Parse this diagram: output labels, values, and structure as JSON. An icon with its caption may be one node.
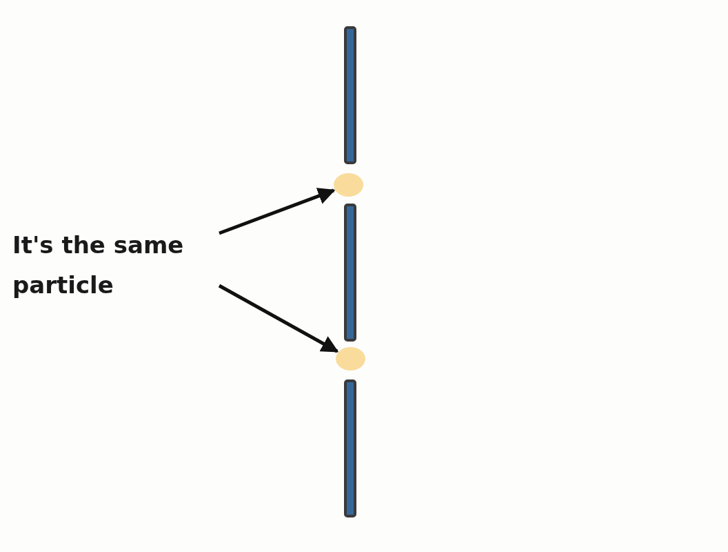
{
  "diagram": {
    "nodes": [
      {
        "text": [
          "It's the same particle"
        ]
      },
      {
        "text": [],
        "shape": "circle"
      },
      {
        "text": [],
        "shape": "circle"
      }
    ],
    "edges": [
      {
        "from": 0,
        "to": 1,
        "arrow": "to"
      },
      {
        "from": 0,
        "to": 2,
        "arrow": "to"
      }
    ]
  }
}
